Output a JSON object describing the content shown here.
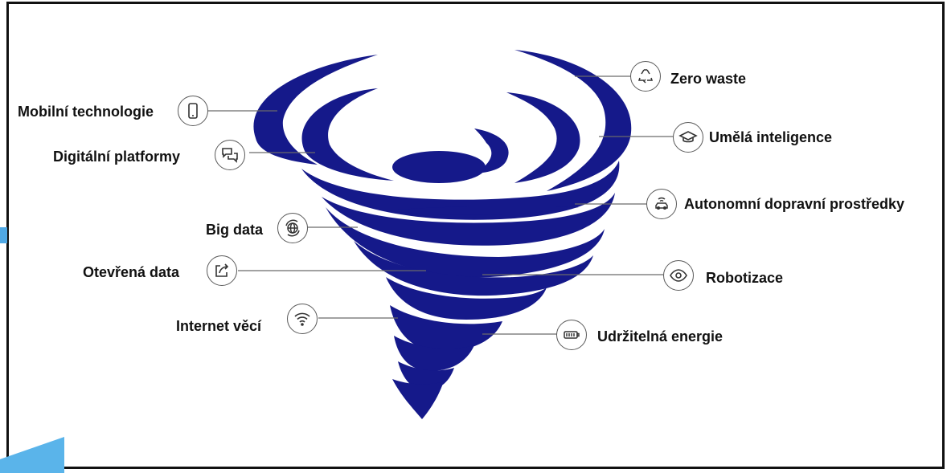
{
  "labels": {
    "mobile": "Mobilní technologie",
    "platforms": "Digitální platformy",
    "bigdata": "Big data",
    "opendata": "Otevřená data",
    "iot": "Internet věcí",
    "zerowaste": "Zero waste",
    "ai": "Umělá inteligence",
    "autonomous": "Autonomní dopravní prostředky",
    "robotics": "Robotizace",
    "energy": "Udržitelná energie"
  },
  "icons": {
    "mobile": "smartphone-icon",
    "platforms": "chat-bubbles-icon",
    "bigdata": "globe-refresh-icon",
    "opendata": "share-box-icon",
    "iot": "wifi-icon",
    "zerowaste": "recycle-icon",
    "ai": "graduation-cap-icon",
    "autonomous": "autonomous-car-icon",
    "robotics": "eye-icon",
    "energy": "battery-icon"
  },
  "colors": {
    "tornado": "#15198a",
    "accent": "#5ab4ea",
    "line": "#6a6a6a"
  }
}
